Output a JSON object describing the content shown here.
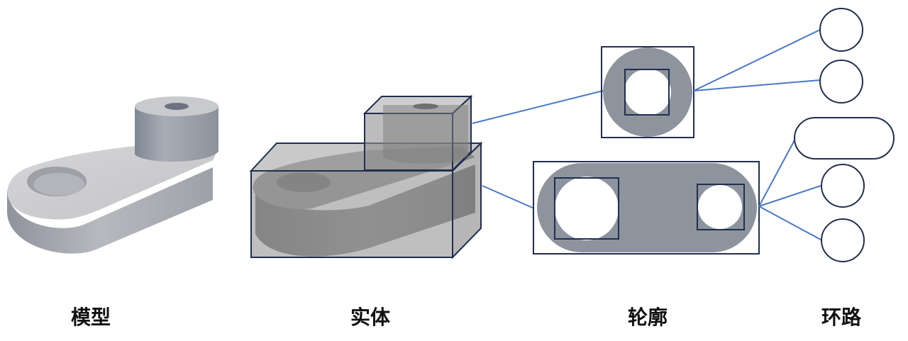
{
  "labels": {
    "model": "模型",
    "solid": "实体",
    "profile": "轮廓",
    "loop": "环路"
  },
  "colors": {
    "frame": "#1f2f4f",
    "connector": "#4a78c8",
    "profile_fill": "#8e949e",
    "solid_fill": "#8a8a8a",
    "model_light": "#c8c8cc",
    "model_mid": "#a7a9b0",
    "model_dark": "#8f939c"
  }
}
